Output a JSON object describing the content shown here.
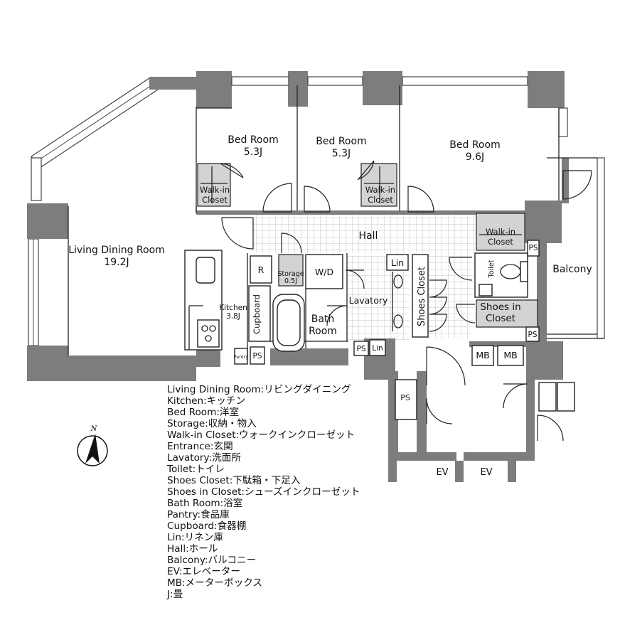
{
  "rooms": {
    "ldk": {
      "name": "Living Dining Room",
      "size": "19.2J"
    },
    "bed1": {
      "name": "Bed Room",
      "size": "5.3J"
    },
    "bed2": {
      "name": "Bed Room",
      "size": "5.3J"
    },
    "bed3": {
      "name": "Bed Room",
      "size": "9.6J"
    },
    "wic1": {
      "line1": "Walk-in",
      "line2": "Closet"
    },
    "wic2": {
      "line1": "Walk-in",
      "line2": "Closet"
    },
    "wic3": {
      "line1": "Walk-in",
      "line2": "Closet"
    },
    "hall": "Hall",
    "kitchen": {
      "name": "Kitchen",
      "size": "3.8J"
    },
    "storage": {
      "name": "Storage",
      "size": "0.5J"
    },
    "wd": "W/D",
    "lin1": "Lin",
    "lin2": "Lin",
    "lavatory": "Lavatory",
    "bath": {
      "line1": "Bath",
      "line2": "Room"
    },
    "shoes_closet": "Shoes Closet",
    "shoes_in_closet": {
      "line1": "Shoes in",
      "line2": "Closet"
    },
    "toilet": "Toilet",
    "cupboard": "Cupboard",
    "pantry": "Pantry",
    "balcony": "Balcony",
    "r": "R",
    "ps": [
      "PS",
      "PS",
      "PS",
      "PS",
      "PS"
    ],
    "mb": [
      "MB",
      "MB"
    ],
    "ev": [
      "EV",
      "EV"
    ]
  },
  "north_label": "N",
  "legend": [
    "Living Dining Room:リビングダイニング",
    "Kitchen:キッチン",
    "Bed Room:洋室",
    "Storage:収納・物入",
    "Walk-in Closet:ウォークインクローゼット",
    "Entrance:玄関",
    "Lavatory:洗面所",
    "Toilet:トイレ",
    "Shoes Closet:下駄箱・下足入",
    "Shoes in Closet:シューズインクローゼット",
    "Bath Room:浴室",
    "Pantry:食品庫",
    "Cupboard:食器棚",
    "Lin:リネン庫",
    "Hall:ホール",
    "Balcony:バルコニー",
    "EV:エレベーター",
    "MB:メーターボックス",
    "J:畳"
  ]
}
